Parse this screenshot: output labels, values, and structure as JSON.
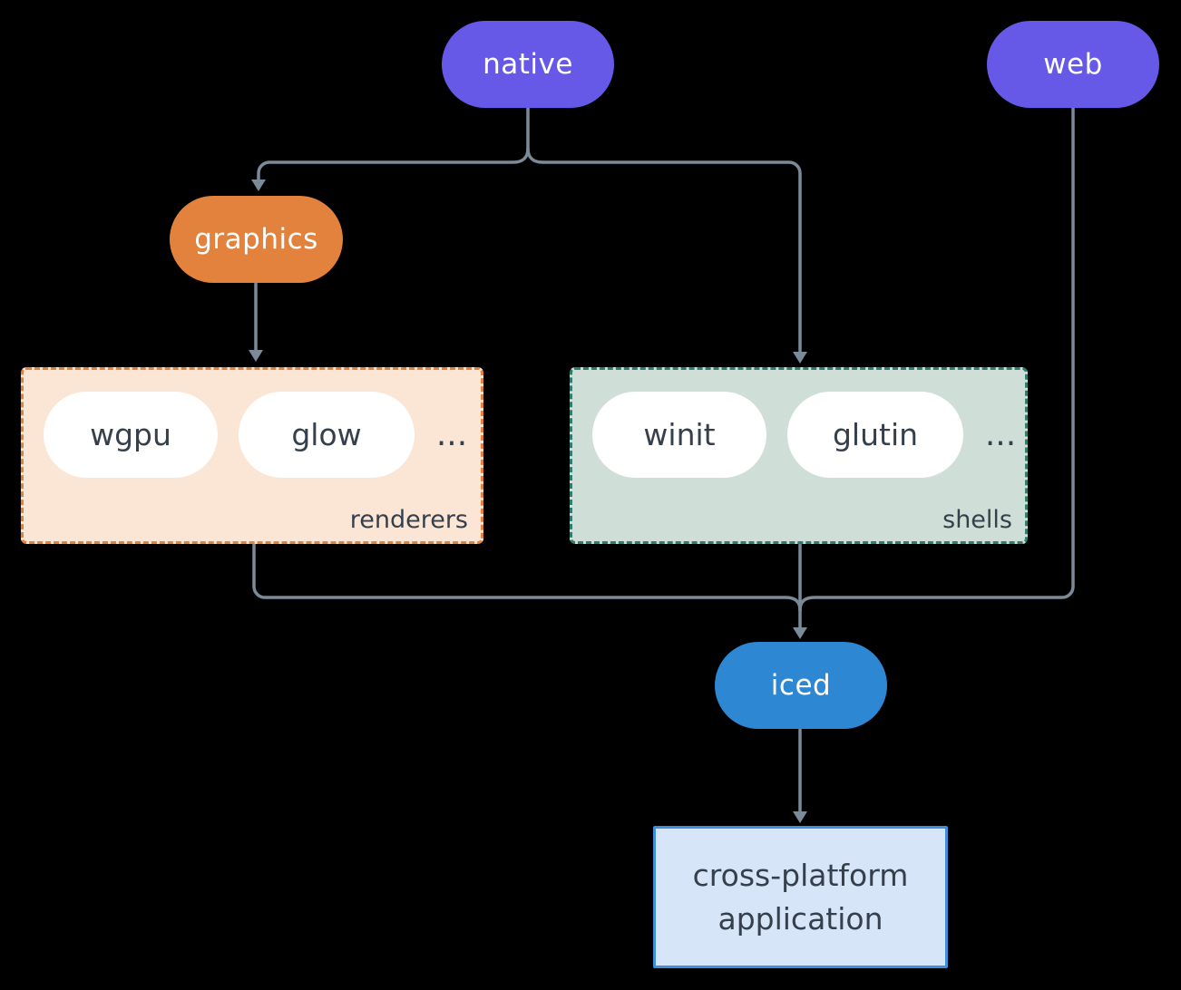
{
  "diagram": {
    "nodes": {
      "native": {
        "label": "native"
      },
      "web": {
        "label": "web"
      },
      "graphics": {
        "label": "graphics"
      },
      "iced": {
        "label": "iced"
      },
      "app": {
        "lines": [
          "cross-platform",
          "application"
        ]
      }
    },
    "groups": {
      "renderers": {
        "label": "renderers",
        "items": [
          "wgpu",
          "glow"
        ],
        "ellipsis": "..."
      },
      "shells": {
        "label": "shells",
        "items": [
          "winit",
          "glutin"
        ],
        "ellipsis": "..."
      }
    }
  },
  "colors": {
    "background": "#000000",
    "purple": "#6659e8",
    "orange": "#e2823c",
    "blue": "#2e87d3",
    "teal": "#2e7d6e",
    "peach-bg": "#fbe5d4",
    "green-bg": "#cfdfd8",
    "app-bg": "#d6e5f8",
    "app-border": "#3d8edb",
    "connector": "#7b8a99",
    "text-dark": "#36404d",
    "pill-text": "#ffffff",
    "white": "#ffffff"
  }
}
